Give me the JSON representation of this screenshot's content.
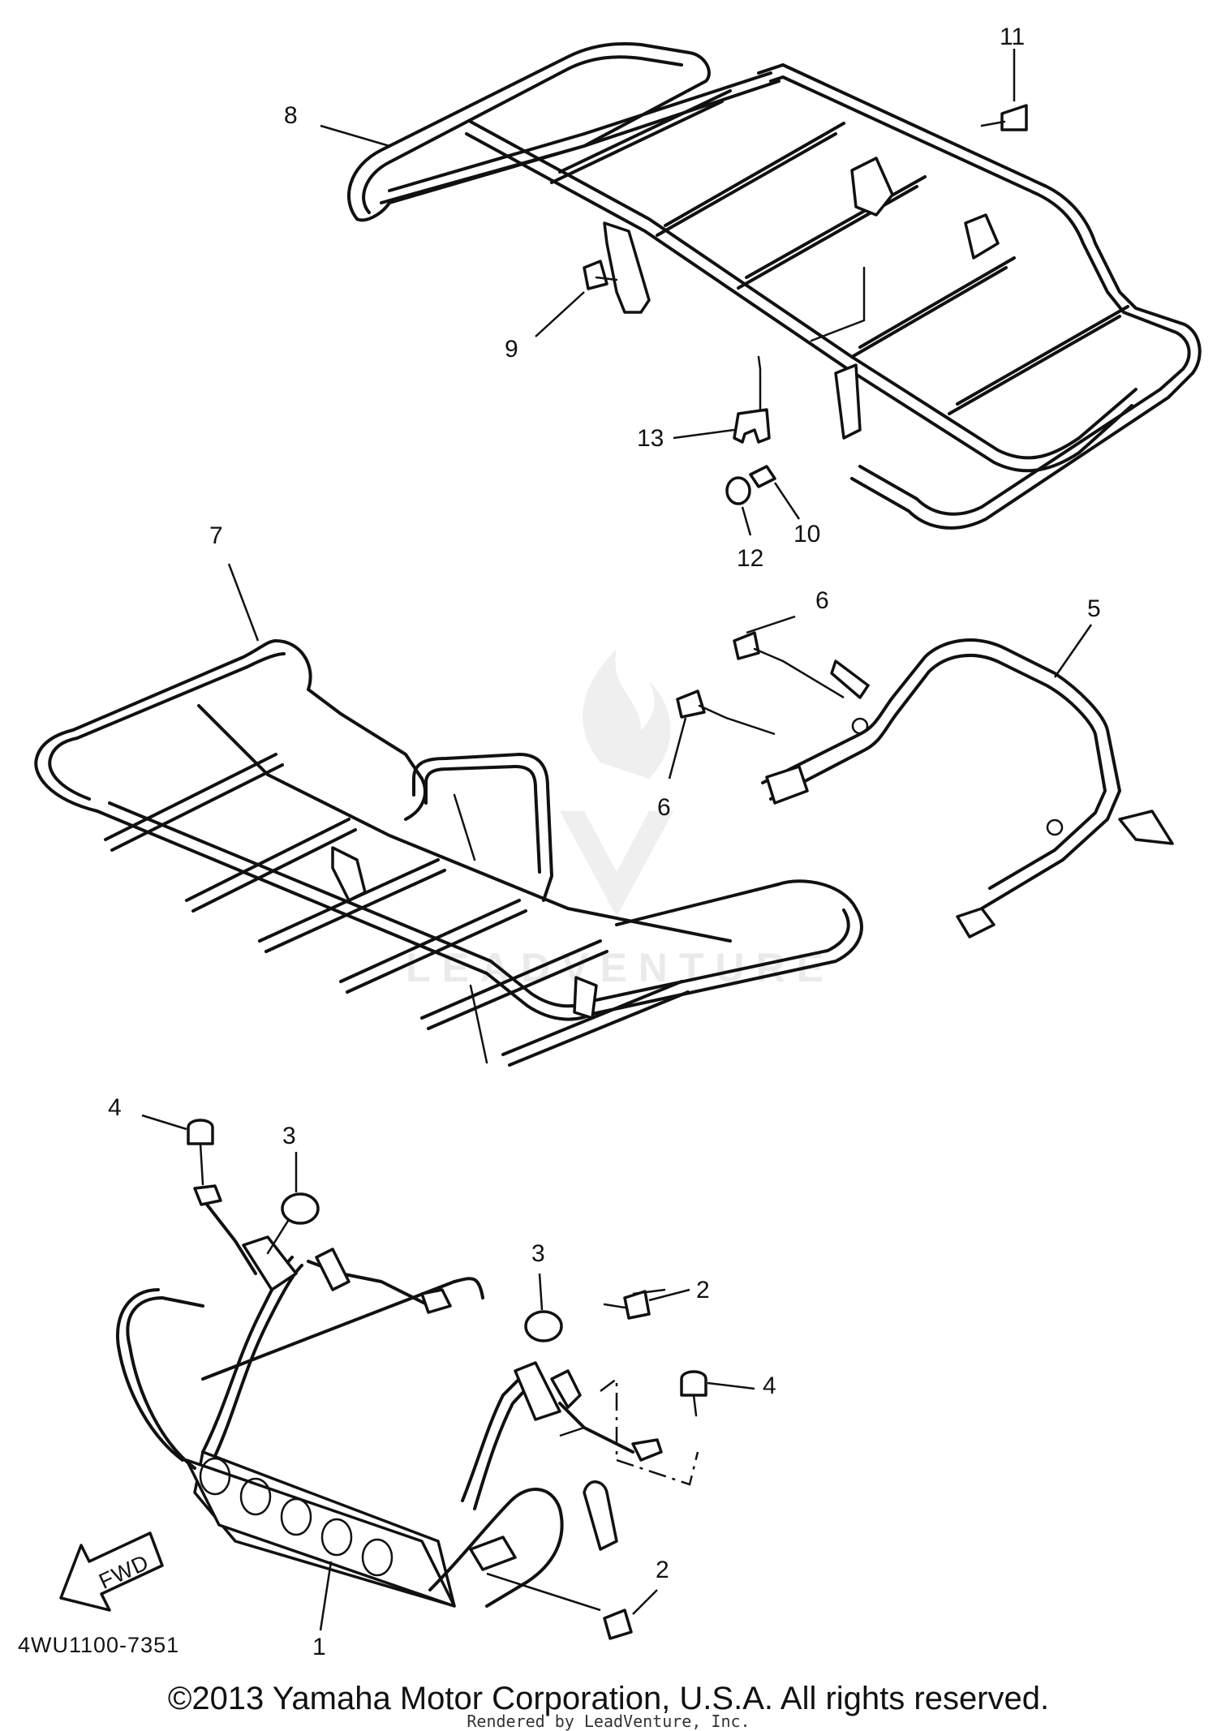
{
  "diagram": {
    "callouts": [
      "1",
      "2",
      "2",
      "3",
      "3",
      "4",
      "4",
      "5",
      "6",
      "6",
      "7",
      "8",
      "9",
      "10",
      "11",
      "12",
      "13"
    ],
    "direction_label": "FWD",
    "drawing_code": "4WU1100-7351",
    "watermark": "LEADVENTURE"
  },
  "footer": {
    "copyright": "©2013 Yamaha Motor Corporation, U.S.A. All rights reserved.",
    "rendered_by": "Rendered by LeadVenture, Inc."
  }
}
